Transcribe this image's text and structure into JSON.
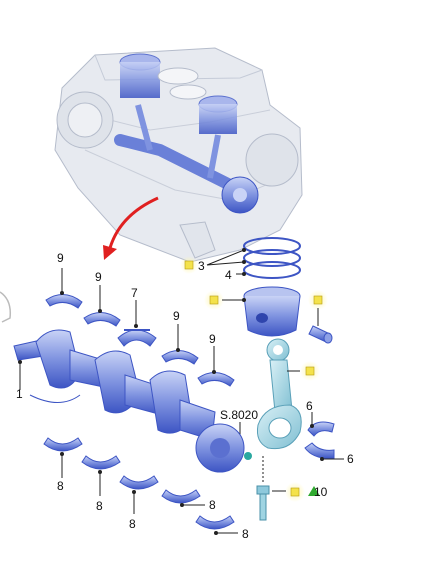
{
  "callouts": {
    "rings": "3",
    "ring_lower": "4",
    "crankshaft": "1",
    "main_bearing_upper_a": "9",
    "main_bearing_upper_b": "9",
    "main_bearing_upper_c": "9",
    "main_bearing_upper_d": "9",
    "thrust_bearing": "7",
    "main_bearing_lower_a": "8",
    "main_bearing_lower_b": "8",
    "main_bearing_lower_c": "8",
    "main_bearing_lower_d": "8",
    "main_bearing_lower_e": "8",
    "rod_bearing_upper": "6",
    "rod_bearing_lower": "6",
    "sprocket_ref": "S.8020",
    "rod_bolt": "10"
  },
  "colors": {
    "part_blue": "#7f93e0",
    "part_blue_dark": "#3d55c4",
    "rod_teal": "#9fd4e2",
    "block_grey": "#dfe3ea",
    "marker_yellow": "#f4e24a",
    "marker_halo": "#fbf3a8",
    "arrow_red": "#e02020",
    "triangle_green": "#2faa2f"
  },
  "icons": [
    "lubricate-marker-icon",
    "torque-triangle-icon",
    "arrow-icon"
  ]
}
